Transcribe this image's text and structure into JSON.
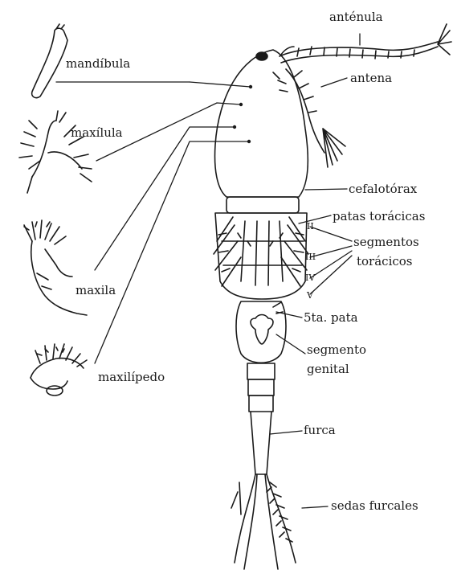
{
  "labels": {
    "antenula": "anténula",
    "antena": "antena",
    "mandibula": "mandíbula",
    "maxilula": "maxílula",
    "maxila": "maxila",
    "maxilipedo": "maxilípedo",
    "cefalotorax": "cefalotórax",
    "patas_toracicas": "patas torácicas",
    "segmentos": "segmentos",
    "toracicos": "torácicos",
    "sta_pata": "5ta. pata",
    "segmento": "segmento",
    "genital": "genital",
    "furca": "furca",
    "sedas_furcales": "sedas furcales",
    "roman_ii": "II",
    "roman_iii": "III",
    "roman_iv": "IV",
    "roman_v": "V"
  },
  "colors": {
    "ink": "#1a1a1a",
    "paper": "#ffffff"
  }
}
